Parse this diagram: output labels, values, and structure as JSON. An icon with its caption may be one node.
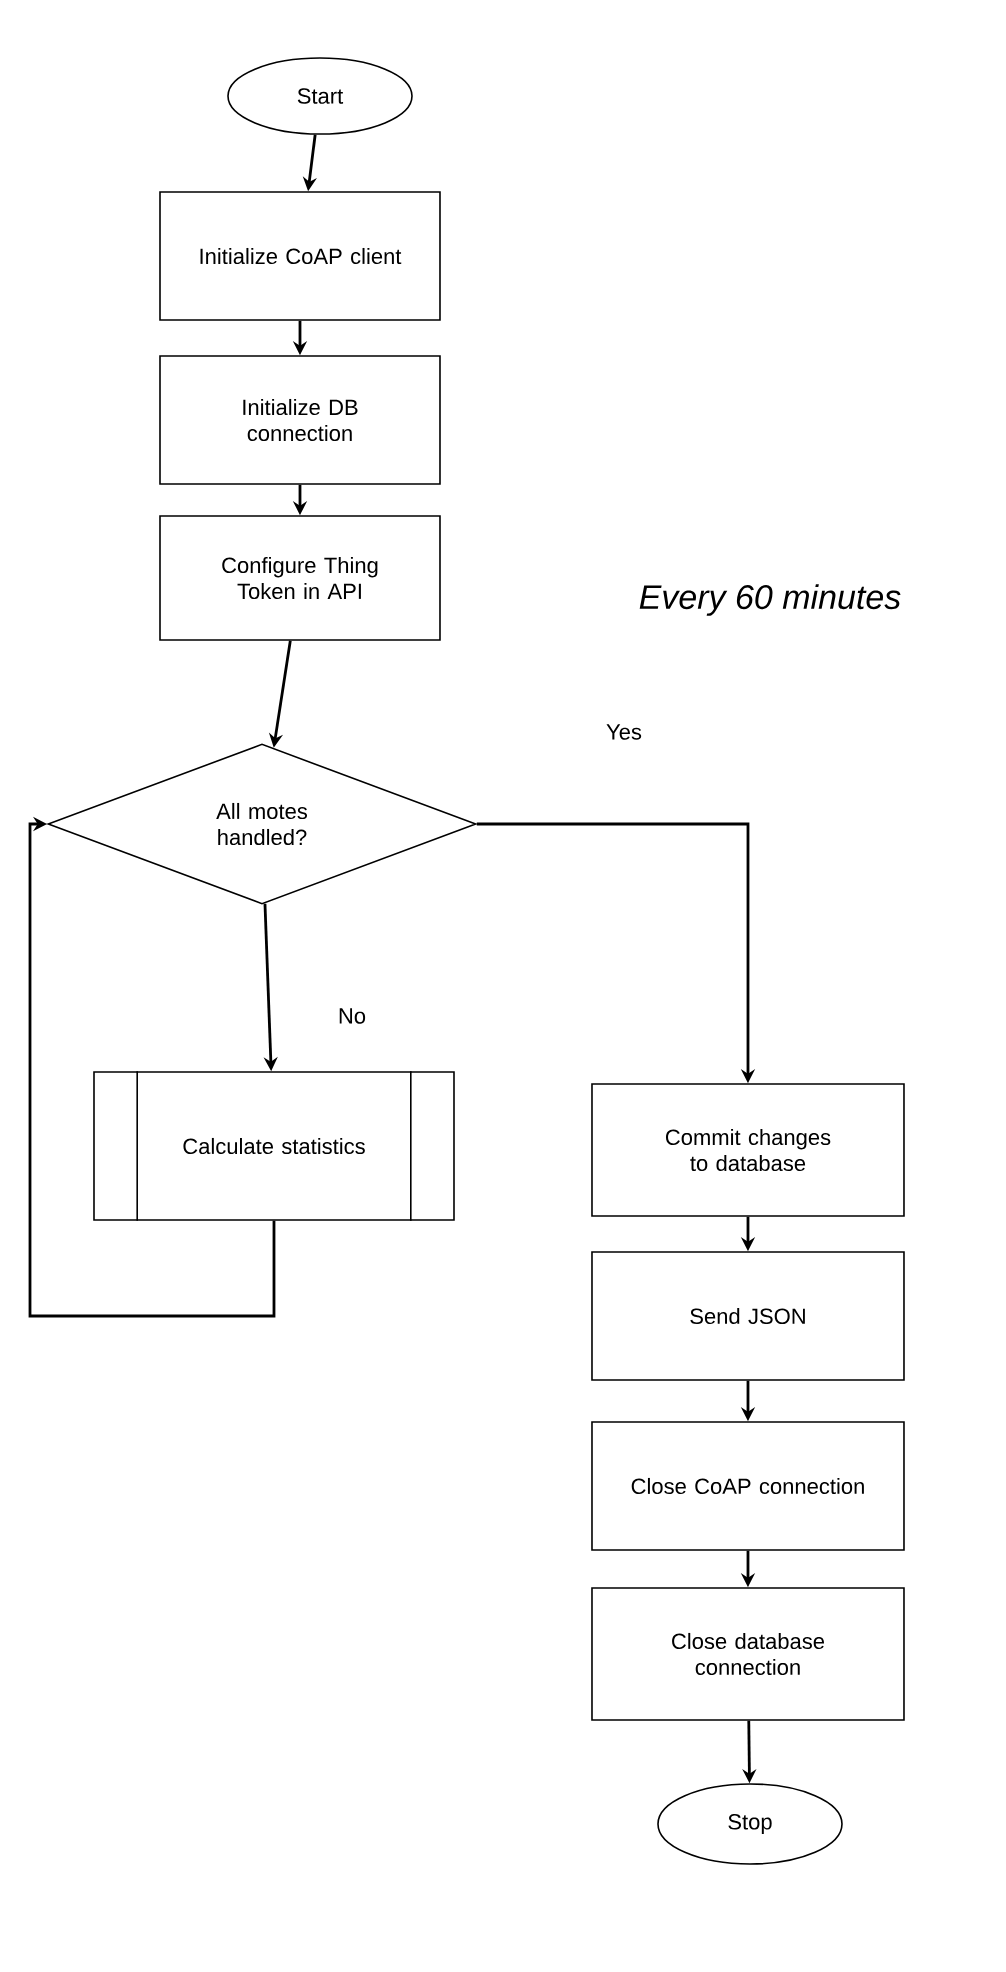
{
  "diagram": {
    "nodes": [
      {
        "text": [
          "Start"
        ]
      },
      {
        "text": [
          "Initialize CoAP client"
        ]
      },
      {
        "text": [
          "Initialize DB connection"
        ]
      },
      {
        "text": [
          "Configure Thing Token in API"
        ]
      },
      {
        "text": [
          "All motes handled?"
        ]
      },
      {
        "text": [
          "Calculate statistics"
        ]
      },
      {
        "text": [
          "Commit changes to database"
        ]
      },
      {
        "text": [
          "Send JSON"
        ]
      },
      {
        "text": [
          "Close CoAP connection"
        ]
      },
      {
        "text": [
          "Close database connection"
        ]
      },
      {
        "text": [
          "Stop"
        ]
      }
    ],
    "edges": [
      {
        "from": 0,
        "to": 1,
        "arrow": "to"
      },
      {
        "from": 1,
        "to": 2,
        "arrow": "to"
      },
      {
        "from": 2,
        "to": 3,
        "arrow": "to"
      },
      {
        "from": 3,
        "to": 4,
        "arrow": "to"
      },
      {
        "from": 4,
        "to": 5,
        "label": "No",
        "arrow": "to"
      },
      {
        "from": 5,
        "to": 4,
        "arrow": "to"
      },
      {
        "from": 4,
        "to": 6,
        "label": "Yes",
        "arrow": "to"
      },
      {
        "from": 6,
        "to": 7,
        "arrow": "to"
      },
      {
        "from": 7,
        "to": 8,
        "arrow": "to"
      },
      {
        "from": 8,
        "to": 9,
        "arrow": "to"
      },
      {
        "from": 9,
        "to": 10,
        "arrow": "to"
      }
    ],
    "labels": [
      "Every 60 minutes"
    ]
  }
}
